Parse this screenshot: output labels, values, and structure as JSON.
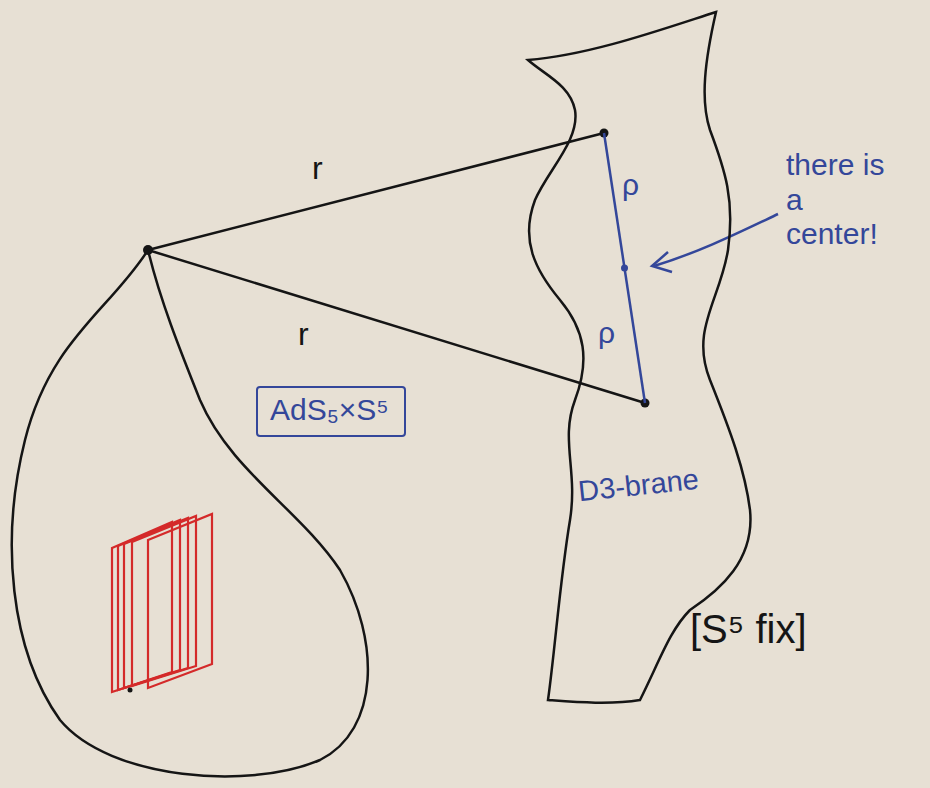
{
  "diagram": {
    "nodes": [
      {
        "text": [
          "AdS₅×S⁵"
        ]
      },
      {
        "text": [
          "D3-brane"
        ]
      }
    ],
    "labels": [
      "r",
      "ρ",
      "there is a center!",
      "r",
      "ρ",
      "[S⁵ fix]"
    ]
  }
}
